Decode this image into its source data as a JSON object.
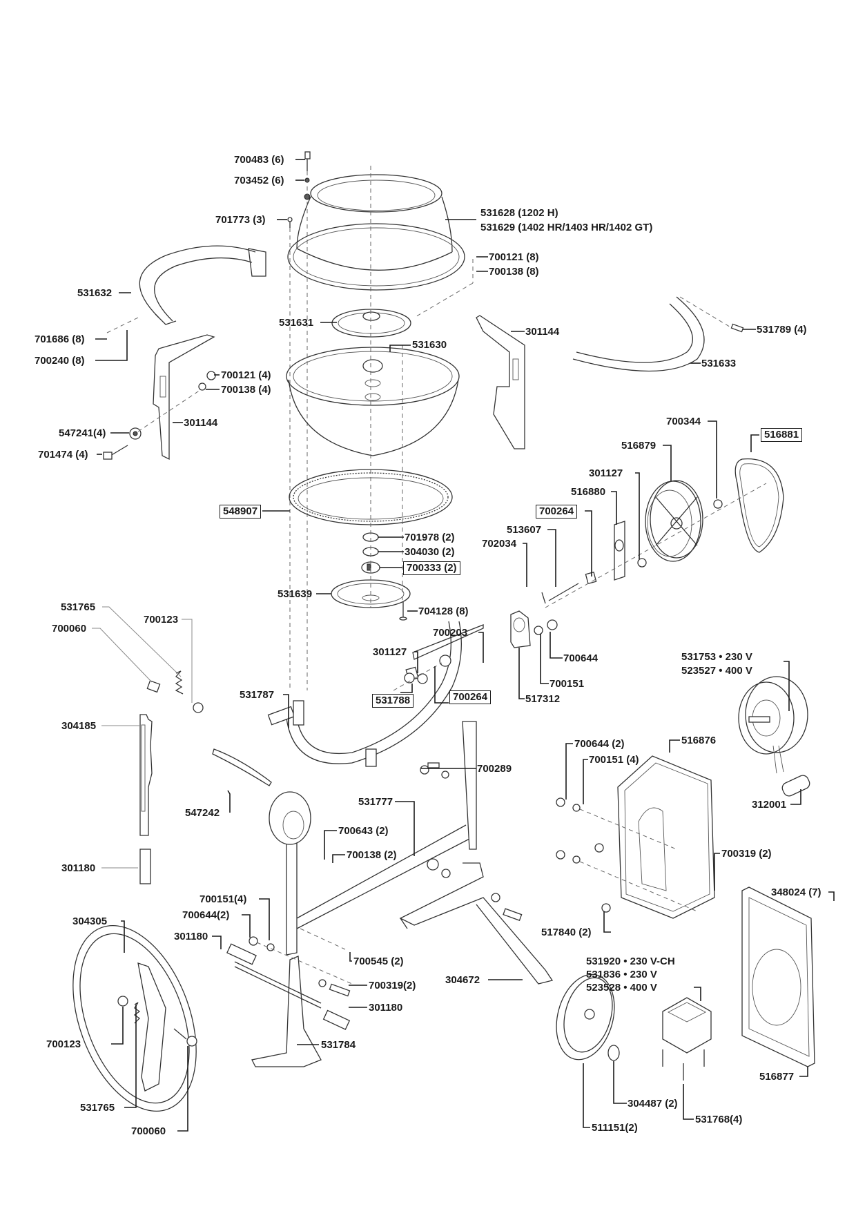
{
  "diagram": {
    "title": "",
    "accent_color": "#1a1a1a",
    "labels": {
      "p700483": "700483 (6)",
      "p703452": "703452 (6)",
      "p701773": "701773 (3)",
      "p531628": "531628 (1202 H)",
      "p531629": "531629 (1402 HR/1403 HR/1402 GT)",
      "p700121a": "700121 (8)",
      "p700138a": "700138 (8)",
      "p531632": "531632",
      "p531631": "531631",
      "p701686": "701686 (8)",
      "p700240": "700240 (8)",
      "p531630": "531630",
      "p301144a": "301144",
      "p531789": "531789 (4)",
      "p531633": "531633",
      "p700121b": "700121 (4)",
      "p700138b": "700138 (4)",
      "p301144b": "301144",
      "p547241": "547241(4)",
      "p701474": "701474 (4)",
      "p700344": "700344",
      "p516881": "516881",
      "p516879": "516879",
      "p301127a": "301127",
      "p516880": "516880",
      "p700264a": "700264",
      "p513607": "513607",
      "p702034": "702034",
      "p548907": "548907",
      "p701978": "701978 (2)",
      "p304030": "304030 (2)",
      "p700333": "700333 (2)",
      "p531639": "531639",
      "p704128": "704128 (8)",
      "p531765a": "531765",
      "p700123a": "700123",
      "p700060a": "700060",
      "p700203": "700203",
      "p301127b": "301127",
      "p700644a": "700644",
      "p700151a": "700151",
      "p517312": "517312",
      "p531788": "531788",
      "p700264b": "700264",
      "p531787": "531787",
      "p531753": "531753 • 230 V",
      "p523527": "523527 • 400 V",
      "p304185": "304185",
      "p700289": "700289",
      "p700644b": "700644 (2)",
      "p700151b": "700151 (4)",
      "p516876": "516876",
      "p547242": "547242",
      "p531777": "531777",
      "p312001": "312001",
      "p700643": "700643 (2)",
      "p700138c": "700138 (2)",
      "p700319a": "700319 (2)",
      "p301180a": "301180",
      "p348024": "348024 (7)",
      "p304305": "304305",
      "p700151c": "700151(4)",
      "p700644c": "700644(2)",
      "p301180b": "301180",
      "p517840": "517840 (2)",
      "p700545": "700545 (2)",
      "p531920": "531920 • 230 V-CH",
      "p531836": "531836 • 230 V",
      "p523528": "523528 • 400 V",
      "p304672": "304672",
      "p700319b": "700319(2)",
      "p301180c": "301180",
      "p700123b": "700123",
      "p531784": "531784",
      "p304487": "304487 (2)",
      "p516877": "516877",
      "p531765b": "531765",
      "p531768": "531768(4)",
      "p511151": "511151(2)",
      "p700060b": "700060"
    }
  }
}
